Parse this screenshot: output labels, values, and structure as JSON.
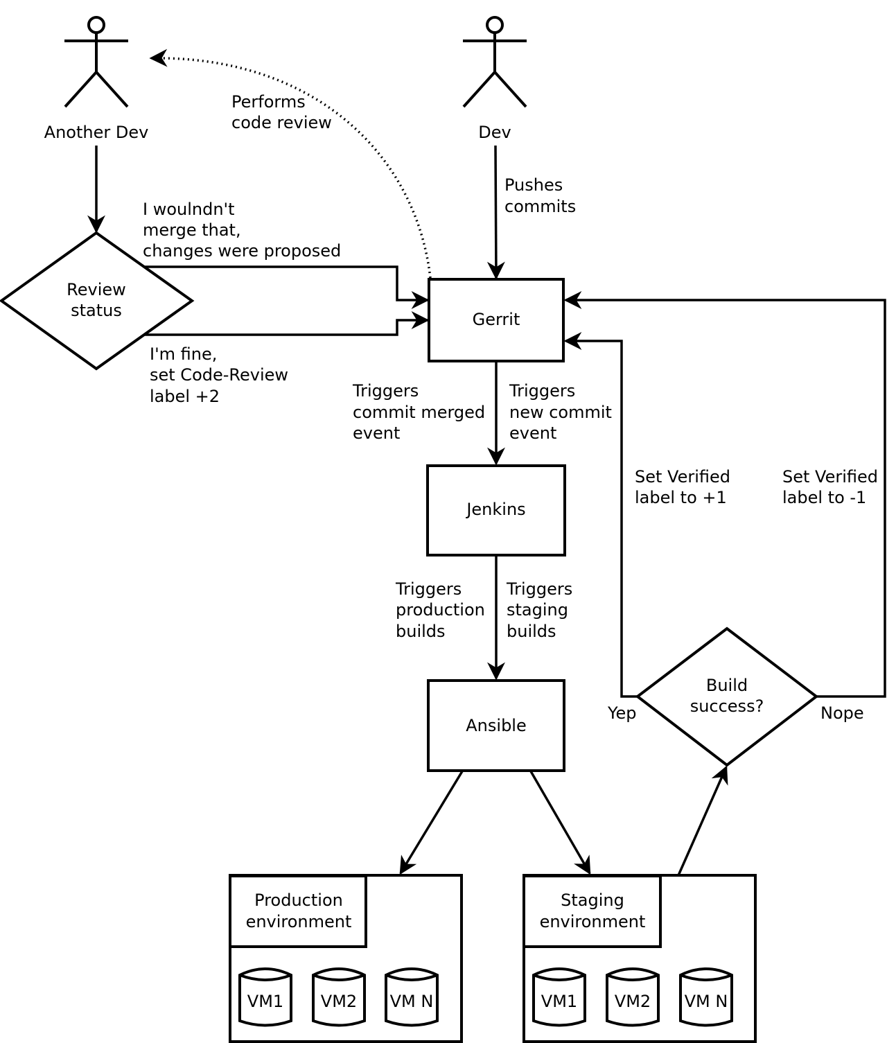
{
  "actors": {
    "another_dev": "Another Dev",
    "dev": "Dev"
  },
  "nodes": {
    "review_status": [
      "Review",
      "status"
    ],
    "gerrit": "Gerrit",
    "jenkins": "Jenkins",
    "ansible": "Ansible",
    "build_success": [
      "Build",
      "success?"
    ]
  },
  "edges": {
    "performs_review": [
      "Performs",
      "code review"
    ],
    "pushes_commits": [
      "Pushes",
      "commits"
    ],
    "changes_proposed": [
      "I woulndn't",
      "merge that,",
      "changes were proposed"
    ],
    "code_review_ok": [
      "I'm fine,",
      "set Code-Review",
      "label +2"
    ],
    "merged_event": [
      "Triggers",
      "commit merged",
      "event"
    ],
    "new_commit_event": [
      "Triggers",
      "new commit",
      "event"
    ],
    "production_builds": [
      "Triggers",
      "production",
      "builds"
    ],
    "staging_builds": [
      "Triggers",
      "staging",
      "builds"
    ],
    "verified_plus": [
      "Set Verified",
      "label to +1"
    ],
    "verified_minus": [
      "Set Verified",
      "label to -1"
    ],
    "yep": "Yep",
    "nope": "Nope"
  },
  "environments": {
    "production": {
      "title": [
        "Production",
        "environment"
      ],
      "vms": [
        "VM1",
        "VM2",
        "VM N"
      ]
    },
    "staging": {
      "title": [
        "Staging",
        "environment"
      ],
      "vms": [
        "VM1",
        "VM2",
        "VM N"
      ]
    }
  }
}
